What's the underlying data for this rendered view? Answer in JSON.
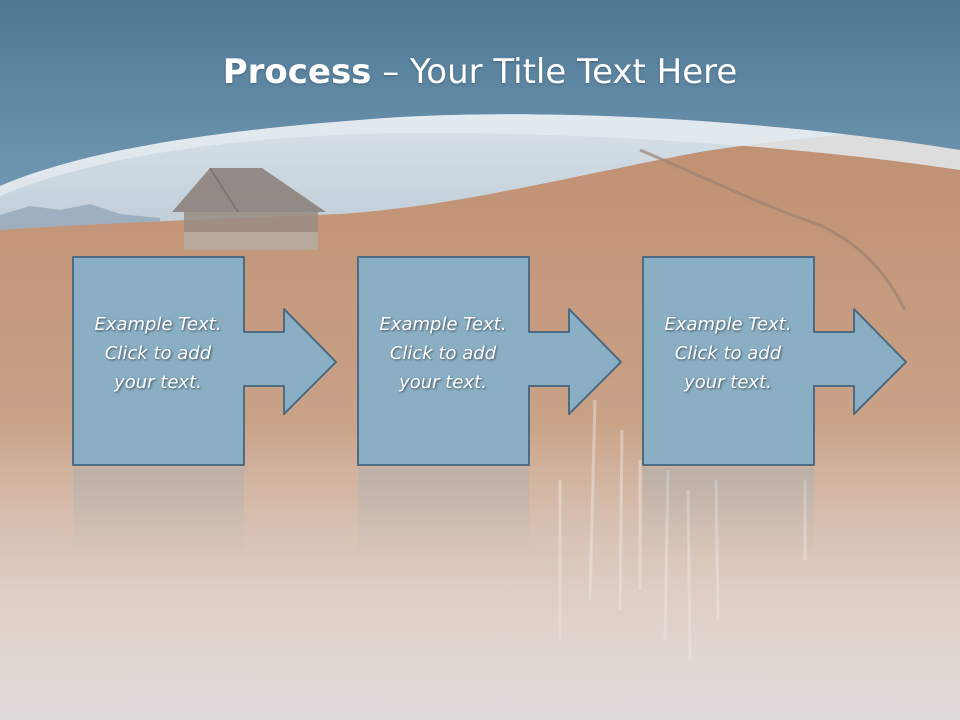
{
  "slide": {
    "title_bold": "Process",
    "title_rest": " – Your Title Text Here",
    "steps": [
      {
        "line1": "Example Text.",
        "line2": "Click  to add",
        "line3": "your text."
      },
      {
        "line1": "Example Text.",
        "line2": "Click  to add",
        "line3": "your text."
      },
      {
        "line1": "Example Text.",
        "line2": "Click  to add",
        "line3": "your text."
      }
    ]
  },
  "colors": {
    "header_blue": "#5c87a3",
    "box_fill": "#8aaec3",
    "box_stroke": "#4d6b82",
    "hill_brown": "#b9865f"
  },
  "icons": [
    "process-arrow-icon",
    "barn-icon"
  ]
}
